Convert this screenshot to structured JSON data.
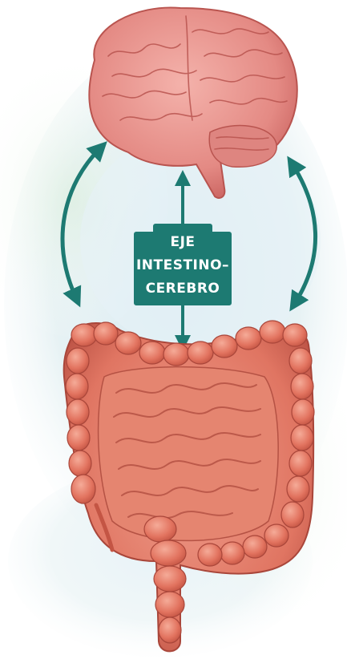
{
  "diagram": {
    "label_lines": [
      "EJE",
      "INTESTINO–",
      "CEREBRO"
    ],
    "colors": {
      "accent": "#1d7a72",
      "brain": "#e88f8a",
      "brain_shadow": "#c9625f",
      "intestine": "#e07562",
      "intestine_shadow": "#b84f42",
      "watercolor_blue": "#cfe4ee",
      "watercolor_green": "#d9ecd9"
    },
    "nodes": [
      {
        "id": "brain",
        "icon": "brain-illustration"
      },
      {
        "id": "intestine",
        "icon": "intestine-illustration"
      }
    ],
    "edges": [
      {
        "from": "brain",
        "to": "intestine",
        "style": "bidirectional",
        "side": "left"
      },
      {
        "from": "brain",
        "to": "intestine",
        "style": "bidirectional",
        "side": "center"
      },
      {
        "from": "brain",
        "to": "intestine",
        "style": "bidirectional",
        "side": "right"
      }
    ]
  }
}
